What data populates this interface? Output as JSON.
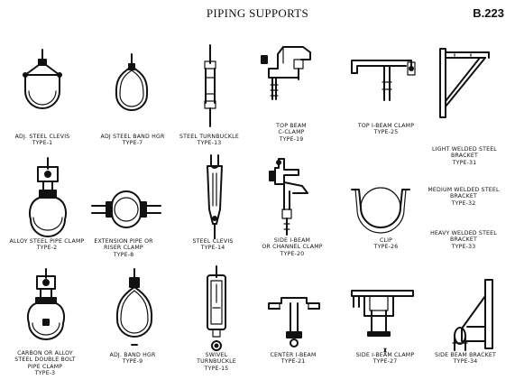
{
  "header": {
    "title": "PIPING SUPPORTS",
    "page_number": "B.223"
  },
  "items": [
    {
      "lines": [
        "ADJ. STEEL CLEVIS",
        "TYPE-1"
      ]
    },
    {
      "lines": [
        "ADJ STEEL BAND HGR",
        "TYPE-7"
      ]
    },
    {
      "lines": [
        "STEEL TURNBUCKLE",
        "TYPE-13"
      ]
    },
    {
      "lines": [
        "TOP BEAM",
        "C-CLAMP",
        "TYPE-19"
      ]
    },
    {
      "lines": [
        "TOP I-BEAM CLAMP",
        "TYPE-25"
      ]
    },
    {
      "lines": [
        "LIGHT WELDED STEEL",
        "BRACKET",
        "TYPE-31"
      ]
    },
    {
      "lines": [
        "ALLOY STEEL PIPE CLAMP",
        "TYPE-2"
      ]
    },
    {
      "lines": [
        "EXTENSION PIPE OR",
        "RISER CLAMP",
        "TYPE-8"
      ]
    },
    {
      "lines": [
        "STEEL CLEVIS",
        "TYPE-14"
      ]
    },
    {
      "lines": [
        "SIDE I-BEAM",
        "OR CHANNEL CLAMP",
        "TYPE-20"
      ]
    },
    {
      "lines": [
        "CLIP",
        "TYPE-26"
      ]
    },
    {
      "lines": [
        "MEDIUM WELDED STEEL",
        "BRACKET",
        "TYPE-32"
      ]
    },
    {
      "lines": [
        "HEAVY WELDED STEEL",
        "BRACKET",
        "TYPE-33"
      ]
    },
    {
      "lines": [
        "CARBON OR ALLOY",
        "STEEL DOUBLE BOLT",
        "PIPE CLAMP",
        "TYPE-3"
      ]
    },
    {
      "lines": [
        "ADJ. BAND HGR",
        "TYPE-9"
      ]
    },
    {
      "lines": [
        "SWIVEL",
        "TURNBUCKLE",
        "TYPE-15"
      ]
    },
    {
      "lines": [
        "CENTER I-BEAM",
        "TYPE-21"
      ]
    },
    {
      "lines": [
        "SIDE I-BEAM CLAMP",
        "TYPE-27"
      ]
    },
    {
      "lines": [
        "SIDE BEAM BRACKET",
        "TYPE-34"
      ]
    }
  ]
}
